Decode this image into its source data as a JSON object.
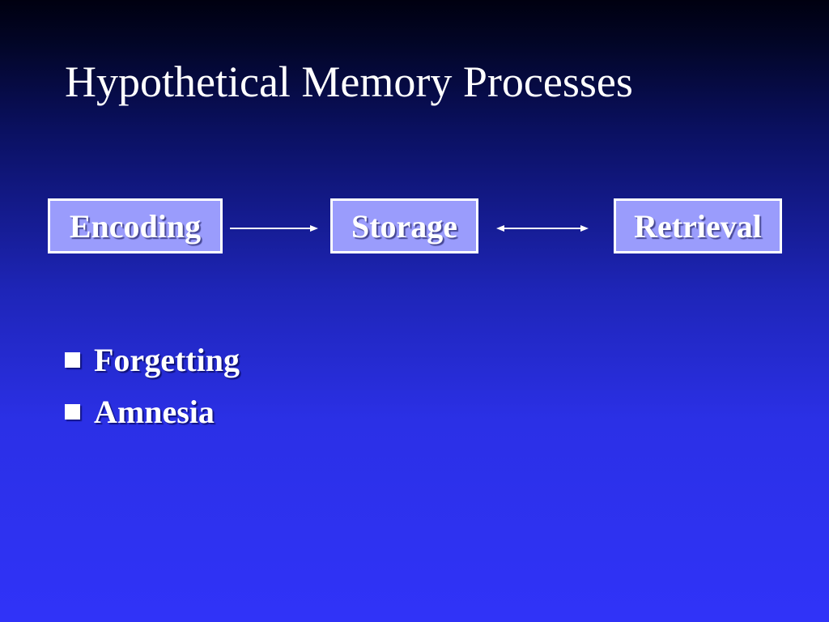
{
  "slide": {
    "title": "Hypothetical Memory Processes",
    "colors": {
      "background_top": "#000010",
      "background_bottom": "#3033f8",
      "box_fill": "#9a9cfc",
      "box_border": "#ffffff",
      "text": "#ffffff"
    }
  },
  "diagram": {
    "nodes": [
      {
        "id": "encoding",
        "label": "Encoding"
      },
      {
        "id": "storage",
        "label": "Storage"
      },
      {
        "id": "retrieval",
        "label": "Retrieval"
      }
    ],
    "edges": [
      {
        "from": "encoding",
        "to": "storage",
        "direction": "one-way",
        "icon": "arrow-right-icon"
      },
      {
        "from": "storage",
        "to": "retrieval",
        "direction": "two-way",
        "icon": "arrow-both-icon"
      }
    ]
  },
  "bullets": [
    {
      "text": "Forgetting",
      "icon": "square-bullet-icon"
    },
    {
      "text": "Amnesia",
      "icon": "square-bullet-icon"
    }
  ]
}
